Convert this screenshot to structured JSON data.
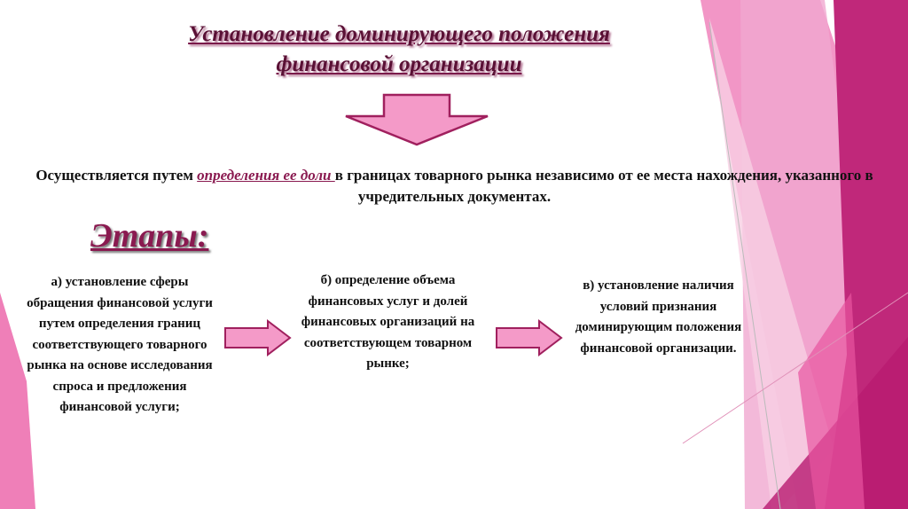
{
  "title": {
    "line1": "Установление доминирующего положения",
    "line2": "финансовой организации"
  },
  "intro": {
    "before": "Осуществляется путем ",
    "highlight": "определения ее доли ",
    "after": "в границах товарного рынка независимо от ее места нахождения, указанного в учредительных документах."
  },
  "stages_heading": "Этапы:",
  "steps": [
    {
      "text": "а) установление сферы обращения финансовой услуги путем определения границ соответствующего товарного рынка на основе исследования спроса и предложения финансовой услуги;"
    },
    {
      "text": "б) определение объема финансовых услуг и долей финансовых организаций на соответствующем товарном рынке;"
    },
    {
      "text": "в) установление наличия условий признания доминирующим положения финансовой организации."
    }
  ],
  "colors": {
    "accent": "#8a1a50",
    "arrow_fill": "#f49ac8",
    "dark_pink": "#c0287a"
  }
}
